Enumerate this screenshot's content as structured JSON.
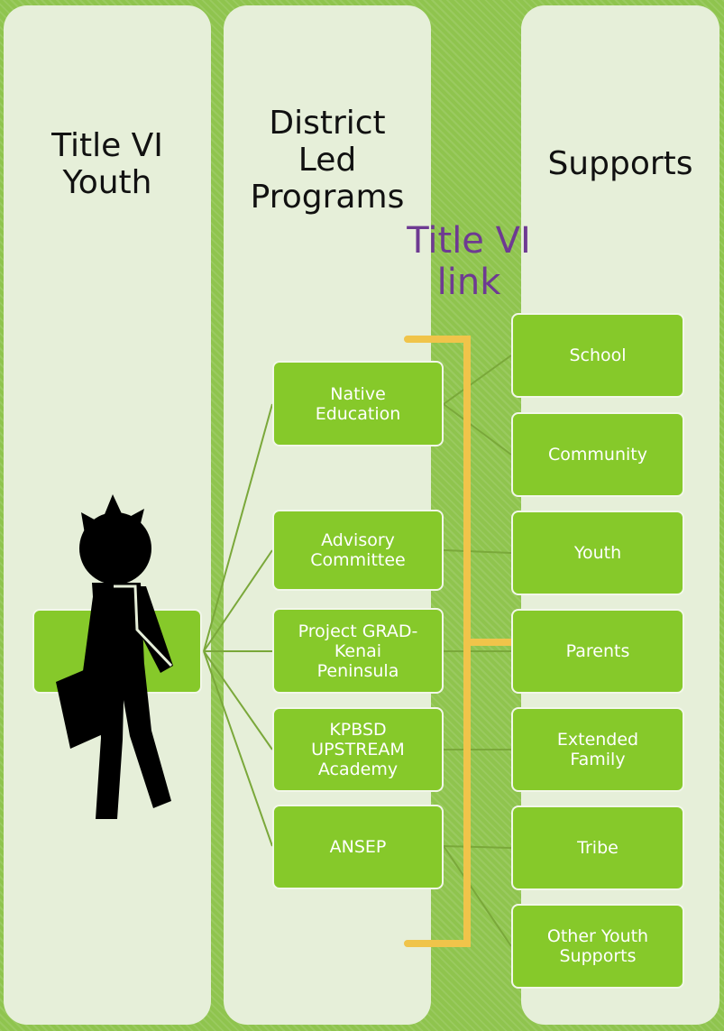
{
  "columns": {
    "youth_title": "Title VI\nYouth",
    "programs_title": "District\nLed\nPrograms",
    "supports_title": "Supports"
  },
  "link_title": "Title VI\nlink",
  "youth_box_label": "",
  "programs": [
    "Native\nEducation",
    "Advisory\nCommittee",
    "Project GRAD-\nKenai\nPeninsula",
    "KPBSD\nUPSTREAM\nAcademy",
    "ANSEP"
  ],
  "supports": [
    "School",
    "Community",
    "Youth",
    "Parents",
    "Extended\nFamily",
    "Tribe",
    "Other Youth\nSupports"
  ],
  "colors": {
    "background": "#8fc44e",
    "column": "#e6efd9",
    "box": "#86c92a",
    "link_bracket": "#f0c44a",
    "link_text": "#6e3a92",
    "connector": "#7aa83a",
    "figure": "#000000"
  },
  "icons": [
    "student-with-bag-icon"
  ]
}
